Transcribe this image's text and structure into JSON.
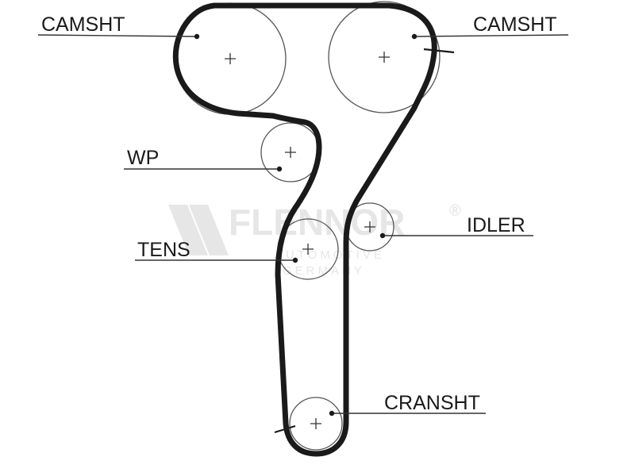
{
  "labels": {
    "camshaft_left": "CAMSHT",
    "camshaft_right": "CAMSHT",
    "water_pump": "WP",
    "tensioner": "TENS",
    "idler": "IDLER",
    "crankshaft": "CRANSHT"
  },
  "watermark": {
    "brand": "FLENNOR",
    "registered": "®",
    "line1": "AUTOMOTIVE",
    "line2": "GERMANY"
  },
  "colors": {
    "belt": "#1a1a1a",
    "watermark": "#e6e6e6"
  }
}
